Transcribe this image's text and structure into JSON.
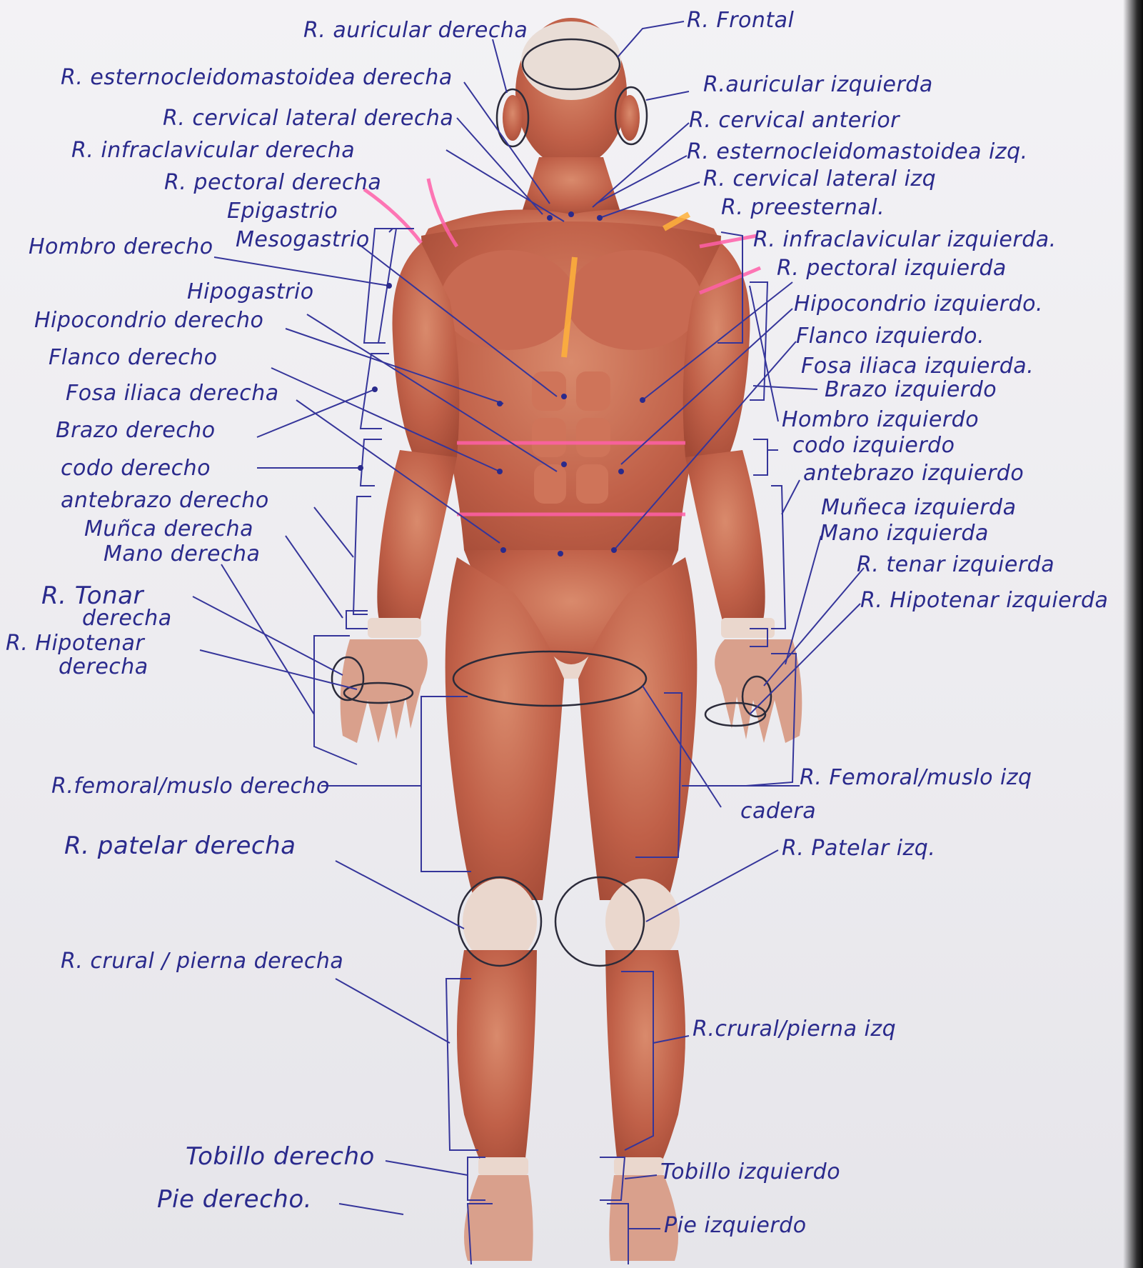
{
  "labels_right": {
    "frontal": "R. Frontal",
    "auricular_izq": "R.auricular izquierda",
    "cervical_anterior": "R. cervical anterior",
    "esterno_izq": "R. esternocleidomastoidea izq.",
    "cervical_lateral_izq": "R. cervical lateral izq",
    "preesternal": "R. preesternal.",
    "infraclavicular_izq": "R. infraclavicular izquierda.",
    "pectoral_izq": "R. pectoral izquierda",
    "hipocondrio_izq": "Hipocondrio izquierdo.",
    "flanco_izq": "Flanco izquierdo.",
    "fosa_iliaca_izq": "Fosa iliaca izquierda.",
    "brazo_izq": "Brazo izquierdo",
    "hombro_izq": "Hombro izquierdo",
    "codo_izq": "codo izquierdo",
    "antebrazo_izq": "antebrazo izquierdo",
    "muneca_izq": "Muñeca izquierda",
    "mano_izq": "Mano izquierda",
    "tenar_izq": "R. tenar izquierda",
    "hipotenar_izq": "R. Hipotenar izquierda",
    "femoral_izq": "R. Femoral/muslo izq",
    "cadera": "cadera",
    "patelar_izq": "R. Patelar izq.",
    "crural_izq": "R.crural/pierna izq",
    "tobillo_izq": "Tobillo izquierdo",
    "pie_izq": "Pie izquierdo"
  },
  "labels_left": {
    "auricular_der": "R. auricular derecha",
    "esterno_der": "R. esternocleidomastoidea derecha",
    "cervical_lateral_der": "R. cervical lateral derecha",
    "infraclavicular_der": "R. infraclavicular derecha",
    "pectoral_der": "R. pectoral derecha",
    "epigastrio": "Epigastrio",
    "hombro_der": "Hombro derecho",
    "mesogastrio": "Mesogastrio",
    "hipogastrio": "Hipogastrio",
    "hipocondrio_der": "Hipocondrio derecho",
    "flanco_der": "Flanco derecho",
    "fosa_iliaca_der": "Fosa iliaca derecha",
    "brazo_der": "Brazo derecho",
    "codo_der": "codo derecho",
    "antebrazo_der": "antebrazo derecho",
    "muneca_der": "Muñca derecha",
    "mano_der": "Mano derecha",
    "tenar_der_1": "R. Tonar",
    "tenar_der_2": "derecha",
    "hipotenar_der_1": "R. Hipotenar",
    "hipotenar_der_2": "derecha",
    "femoral_der": "R.femoral/muslo derecho",
    "patelar_der": "R. patelar derecha",
    "crural_der": "R. crural / pierna derecha",
    "tobillo_der": "Tobillo derecho",
    "pie_der": "Pie derecho."
  },
  "colors": {
    "ink": "#2a2a8c",
    "highlight_pink": "#ff5fa8",
    "highlight_orange": "#ffb23a",
    "muscle": "#c76a50"
  }
}
